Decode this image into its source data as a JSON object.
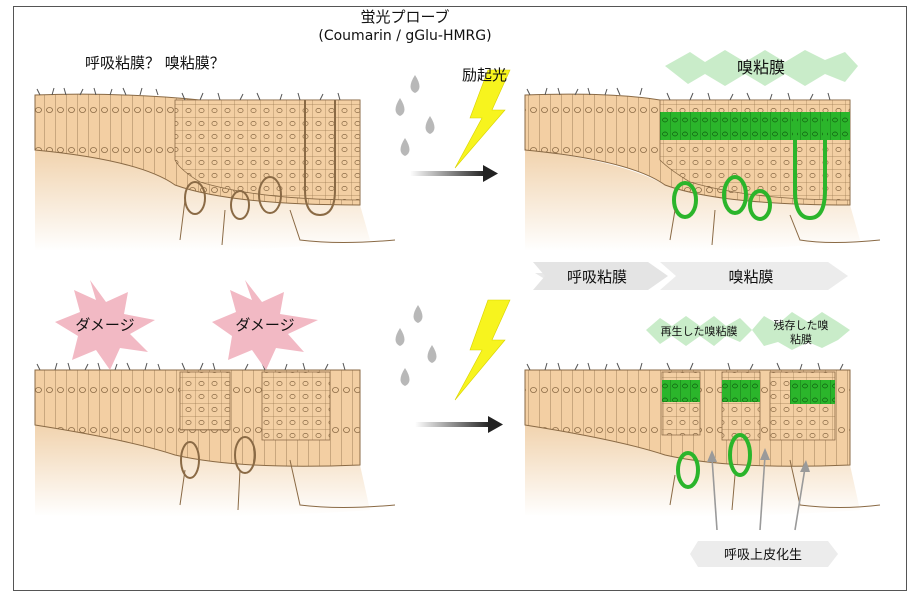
{
  "probe": {
    "title": "蛍光プローブ",
    "subtitle": "(Coumarin / gGlu-HMRG)"
  },
  "top_left_label": "呼吸粘膜？ 嗅粘膜？",
  "excitation_label": "励起光",
  "top_right_badge": "嗅粘膜",
  "damage_label_1": "ダメージ",
  "damage_label_2": "ダメージ",
  "region_respiratory": "呼吸粘膜",
  "region_olfactory": "嗅粘膜",
  "regenerated_badge": "再生した嗅粘膜",
  "residual_badge_line1": "残存した嗅",
  "residual_badge_line2": "粘膜",
  "metaplasia_label": "呼吸上皮化生",
  "colors": {
    "tissue": "#f3cfa3",
    "tissue_stroke": "#8a6a45",
    "fluorescent": "#2bb52b",
    "badge_green": "#c9ecc9",
    "damage_pink": "#f2b9c4",
    "bolt_yellow": "#f7f41e",
    "droplet": "#b8b8b8",
    "arrow_gray": "#9a9a9a"
  }
}
